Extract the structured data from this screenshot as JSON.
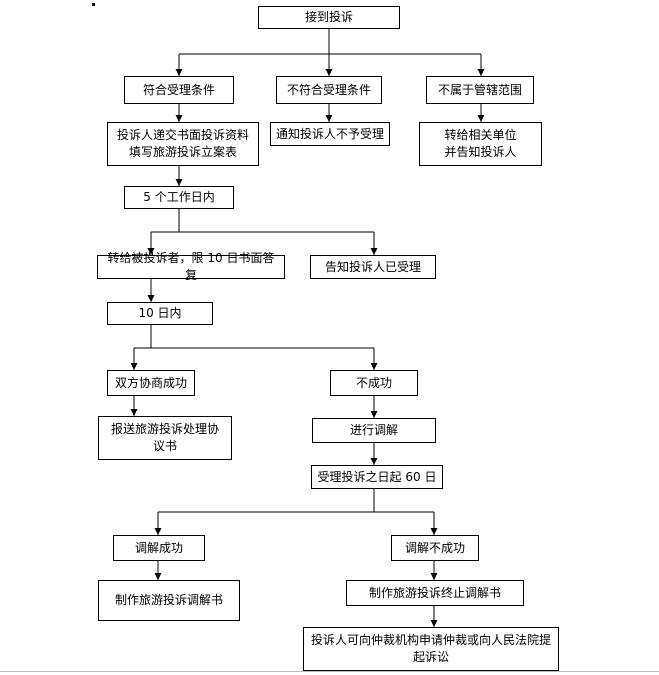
{
  "flowchart": {
    "nodes": {
      "receive": "接到投诉",
      "meets": "符合受理条件",
      "not_meets": "不符合受理条件",
      "out_of_scope": "不属于管辖范围",
      "submit_line1": "投诉人递交书面投诉资料",
      "submit_line2": "填写旅游投诉立案表",
      "notify_reject": "通知投诉人不予受理",
      "transfer_line1": "转给相关单位",
      "transfer_line2": "并告知投诉人",
      "five_days": "5 个工作日内",
      "forward_respondent": "转给被投诉者，限 10 日书面答复",
      "inform_accepted": "告知投诉人已受理",
      "ten_days": "10 日内",
      "both_success": "双方协商成功",
      "not_success": "不成功",
      "report_line1": "报送旅游投诉处理协",
      "report_line2": "议书",
      "mediate": "进行调解",
      "sixty_days": "受理投诉之日起 60 日",
      "mediate_success": "调解成功",
      "mediate_fail": "调解不成功",
      "make_mediation_doc": "制作旅游投诉调解书",
      "make_termination_doc": "制作旅游投诉终止调解书",
      "appeal_line1": "投诉人可向仲裁机构申请仲裁或向人民法院提",
      "appeal_line2": "起诉讼"
    }
  }
}
